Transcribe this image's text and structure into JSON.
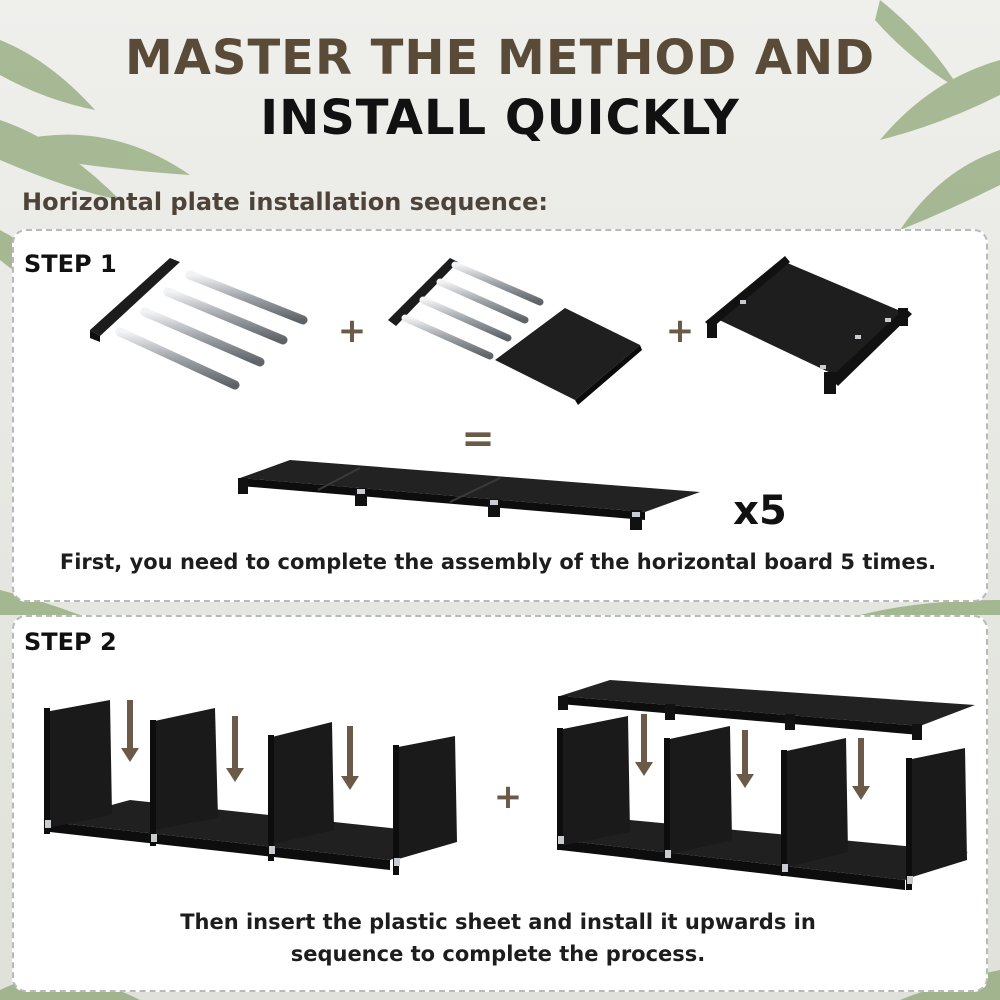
{
  "header": {
    "title_line1": "MASTER THE METHOD AND",
    "title_line2": "INSTALL QUICKLY",
    "subheading": "Horizontal plate installation sequence:"
  },
  "step1": {
    "label": "STEP 1",
    "plus": "+",
    "equals": "=",
    "multiplier": "x5",
    "caption": "First, you need to complete the assembly of the horizontal board 5 times."
  },
  "step2": {
    "label": "STEP 2",
    "plus": "+",
    "caption_line1": "Then insert the plastic sheet and install it upwards in",
    "caption_line2": "sequence to complete the process."
  },
  "colors": {
    "title_brown": "#5a4a38",
    "title_black": "#111111",
    "panel_border": "#b9b9b9",
    "arrow_brown": "#6b5a48",
    "part_black": "#1c1c1c",
    "rod_silver": "#b8bcc0"
  }
}
